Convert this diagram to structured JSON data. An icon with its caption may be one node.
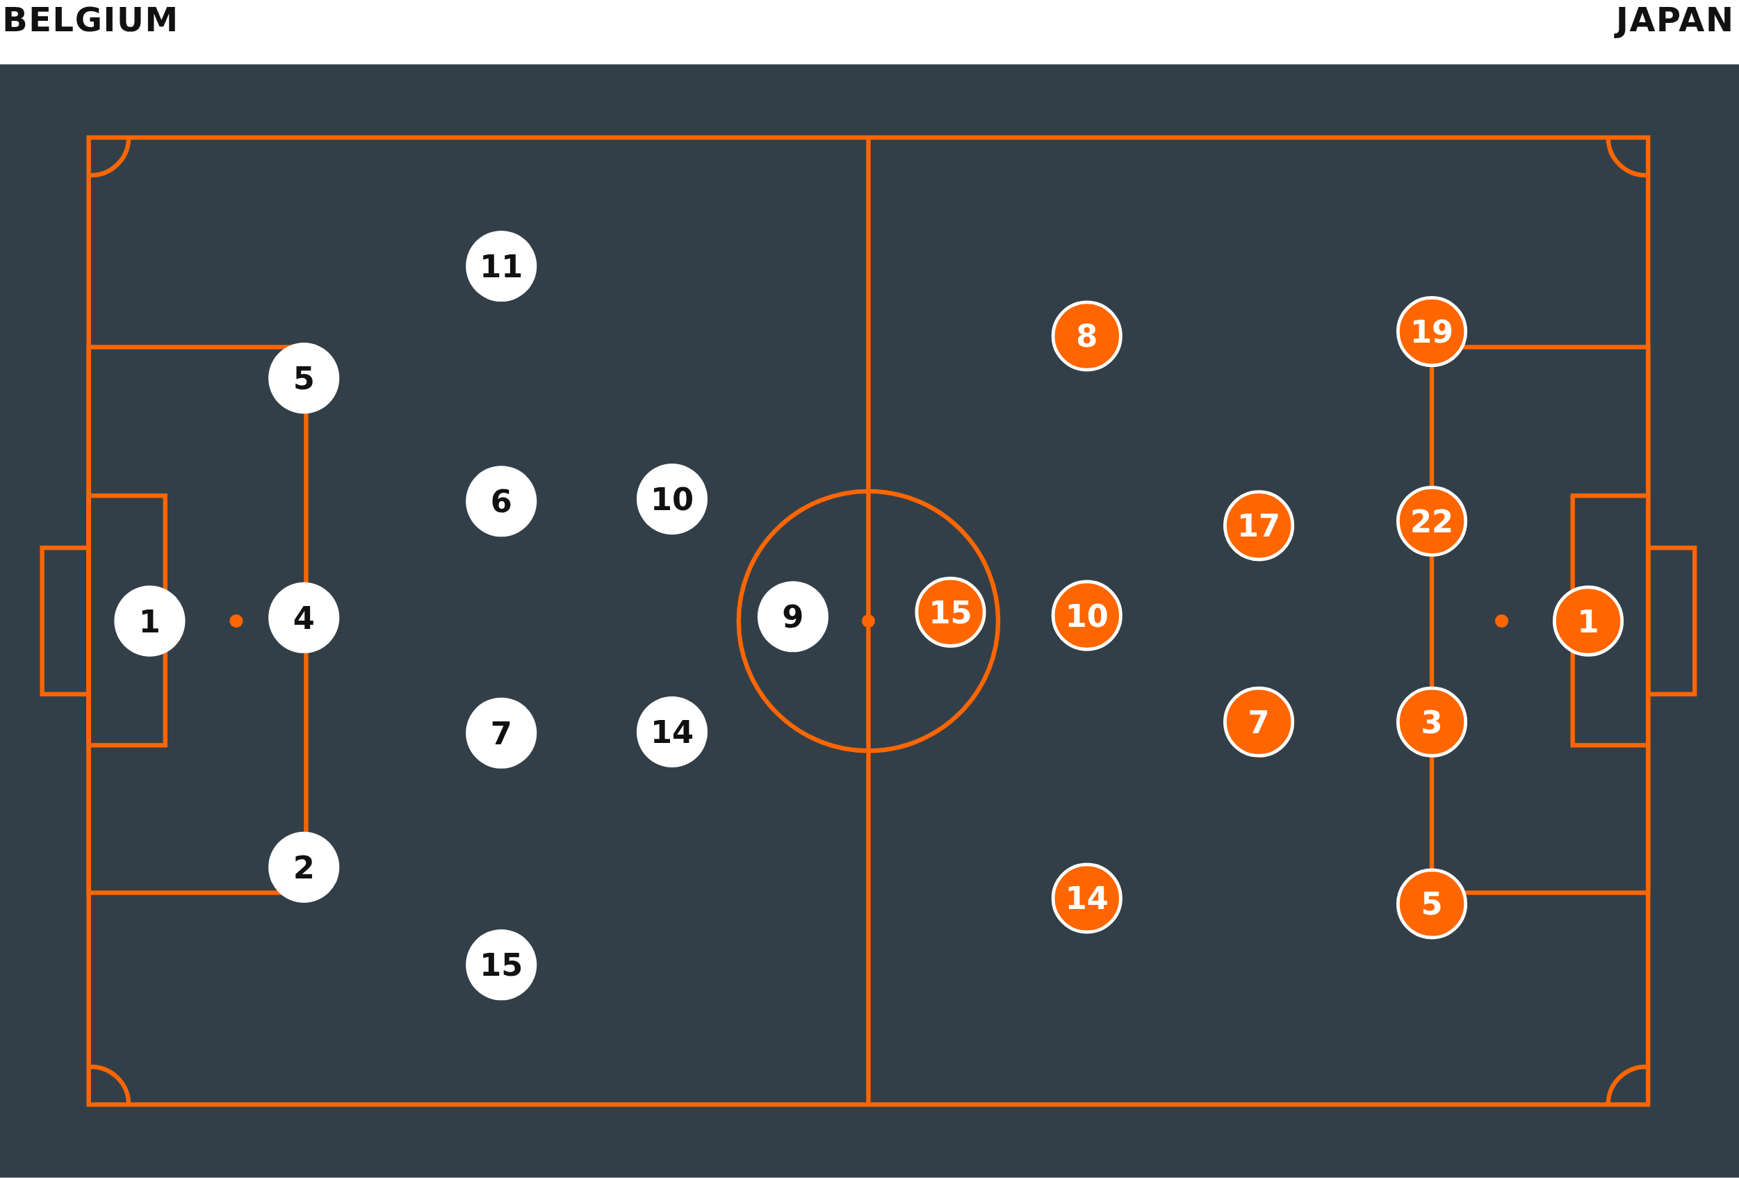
{
  "diagram": {
    "nodes": [
      {
        "text": [
          "11"
        ]
      },
      {
        "text": [
          "5"
        ]
      },
      {
        "text": [
          "6"
        ]
      },
      {
        "text": [
          "10"
        ]
      },
      {
        "text": [
          "1"
        ]
      },
      {
        "text": [
          "4"
        ]
      },
      {
        "text": [
          "9"
        ]
      },
      {
        "text": [
          "7"
        ]
      },
      {
        "text": [
          "14"
        ]
      },
      {
        "text": [
          "2"
        ]
      },
      {
        "text": [
          "15"
        ]
      },
      {
        "text": [
          "19"
        ]
      },
      {
        "text": [
          "8"
        ]
      },
      {
        "text": [
          "22"
        ]
      },
      {
        "text": [
          "17"
        ]
      },
      {
        "text": [
          "15"
        ]
      },
      {
        "text": [
          "10"
        ]
      },
      {
        "text": [
          "1"
        ]
      },
      {
        "text": [
          "7"
        ]
      },
      {
        "text": [
          "3"
        ]
      },
      {
        "text": [
          "14"
        ]
      },
      {
        "text": [
          "5"
        ]
      }
    ],
    "labels": [
      "BELGIUM",
      "JAPAN"
    ]
  }
}
